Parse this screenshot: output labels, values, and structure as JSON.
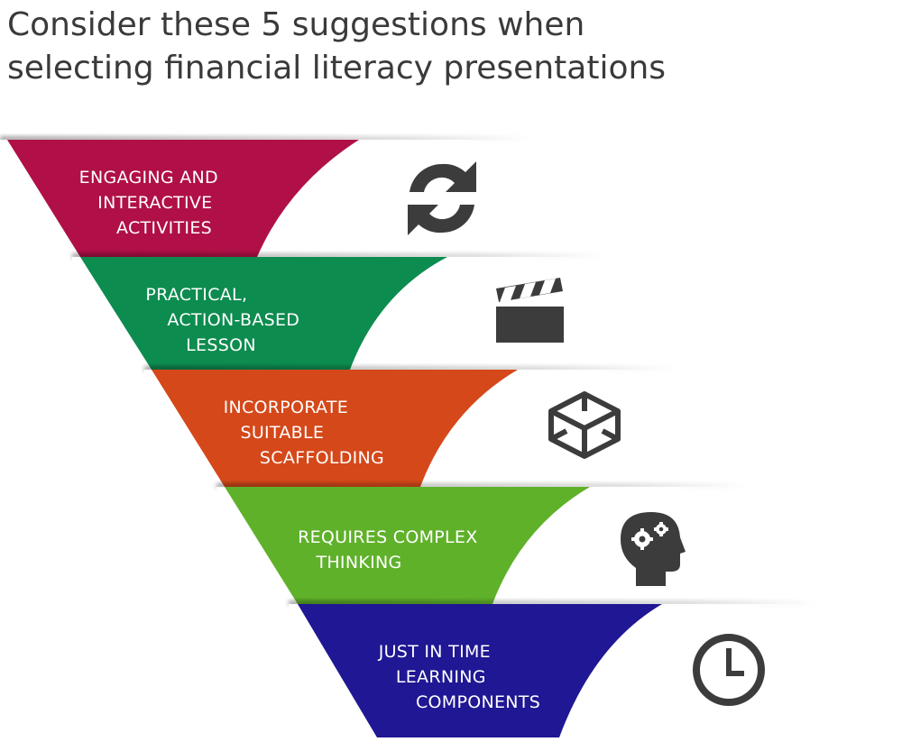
{
  "title": {
    "line1": "Consider these 5 suggestions when",
    "line2": "selecting financial literacy presentations"
  },
  "steps": [
    {
      "lines": [
        "ENGAGING AND",
        "INTERACTIVE",
        "ACTIVITIES"
      ],
      "color": "#b01047",
      "icon": "refresh-icon"
    },
    {
      "lines": [
        "PRACTICAL,",
        "ACTION-BASED",
        "LESSON"
      ],
      "color": "#0d8c4f",
      "icon": "clapperboard-icon"
    },
    {
      "lines": [
        "INCORPORATE",
        "SUITABLE",
        "SCAFFOLDING"
      ],
      "color": "#d5481a",
      "icon": "cube-outline-icon"
    },
    {
      "lines": [
        "REQUIRES COMPLEX",
        "THINKING"
      ],
      "color": "#5fb12a",
      "icon": "head-gears-icon"
    },
    {
      "lines": [
        "JUST IN TIME",
        "LEARNING",
        "COMPONENTS"
      ],
      "color": "#1f1793",
      "icon": "clock-icon"
    }
  ],
  "icon_color": "#3c3c3c"
}
